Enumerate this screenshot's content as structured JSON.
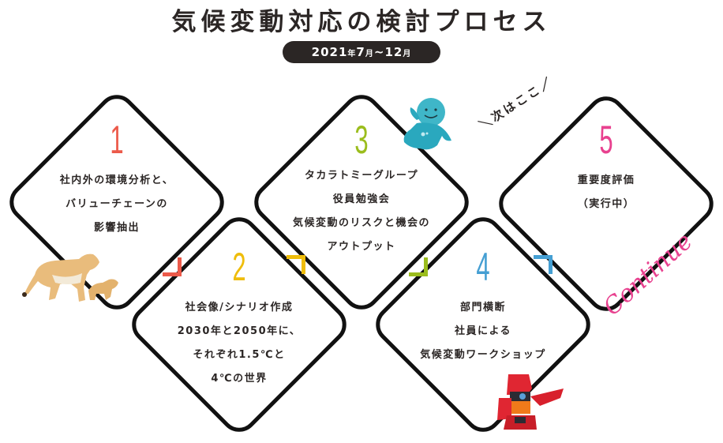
{
  "header": {
    "title": "気候変動対応の検討プロセス",
    "period_year": "2021",
    "period_year_unit": "年",
    "period_start_month": "7",
    "period_month_unit": "月",
    "period_separator": "~",
    "period_end_month": "12",
    "period_end_unit": "月"
  },
  "colors": {
    "step1": "#ec5a4a",
    "step2": "#efbd0b",
    "step3": "#9bbd1d",
    "step4": "#459fd3",
    "step5": "#e8418f",
    "outline": "#111111",
    "text": "#2b2625"
  },
  "steps": [
    {
      "number": "1",
      "lines": [
        "社内外の環境分析と、",
        "バリューチェーンの",
        "影響抽出"
      ]
    },
    {
      "number": "2",
      "lines": [
        "社会像/シナリオ作成",
        "2030年と2050年に、",
        "それぞれ1.5℃と",
        "4℃の世界"
      ]
    },
    {
      "number": "3",
      "lines": [
        "タカラトミーグループ",
        "役員勉強会",
        "気候変動のリスクと機会の",
        "アウトプット"
      ]
    },
    {
      "number": "4",
      "lines": [
        "部門横断",
        "社員による",
        "気候変動ワークショップ"
      ]
    },
    {
      "number": "5",
      "lines": [
        "重要度評価",
        "（実行中）"
      ]
    }
  ],
  "annotations": {
    "next_here": "＼次はここ／",
    "continue": "Continue"
  },
  "icons": {
    "lion": "lion-figure-icon",
    "mascot": "blue-mascot-icon",
    "robot": "red-robot-icon"
  }
}
